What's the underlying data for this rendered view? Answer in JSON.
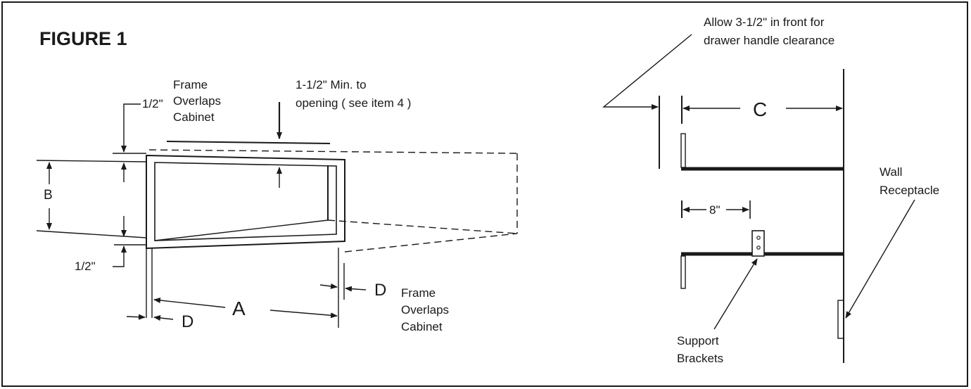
{
  "title": "FIGURE 1",
  "left_view": {
    "frame_overlaps_top": [
      "Frame",
      "Overlaps",
      "Cabinet"
    ],
    "min_opening": [
      "1-1/2\" Min. to",
      "opening ( see item 4 )"
    ],
    "top_offset": "1/2\"",
    "bottom_offset": "1/2\"",
    "dim_b": "B",
    "dim_a": "A",
    "dim_d_left": "D",
    "dim_d_right": "D",
    "frame_overlaps_right": [
      "Frame",
      "Overlaps",
      "Cabinet"
    ]
  },
  "right_view": {
    "clearance_note": [
      "Allow 3-1/2\" in front for",
      "drawer handle clearance"
    ],
    "dim_c": "C",
    "dim_8": "8\"",
    "wall_receptacle": [
      "Wall",
      "Receptacle"
    ],
    "support_brackets": [
      "Support",
      "Brackets"
    ]
  }
}
